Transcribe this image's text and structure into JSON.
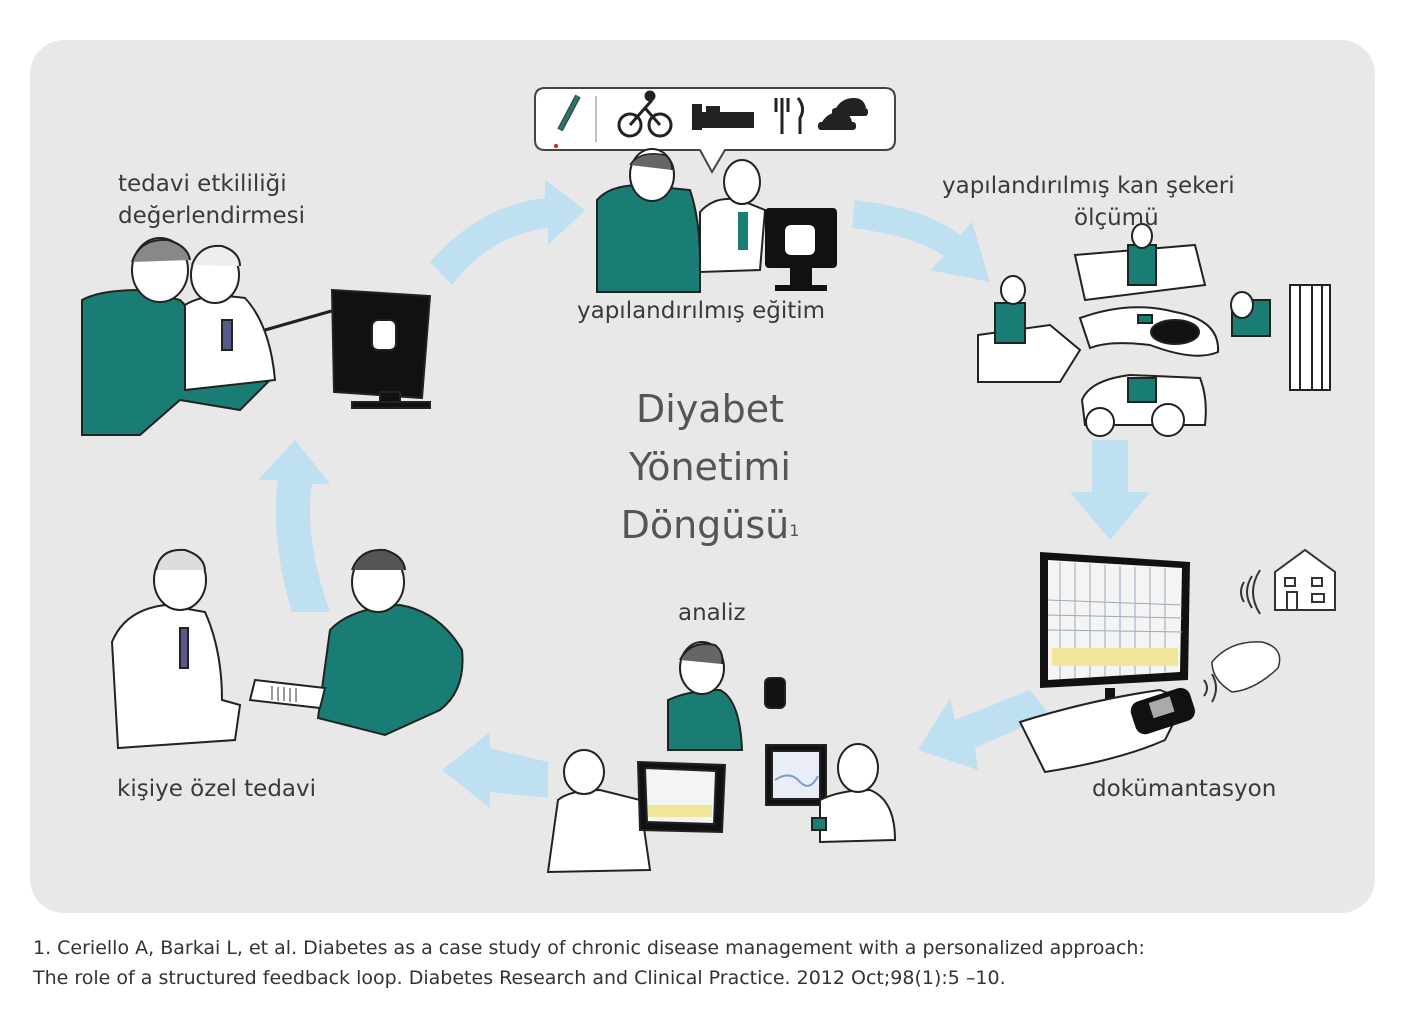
{
  "title": {
    "line1": "Diyabet",
    "line2": "Yönetimi",
    "line3": "Döngüsü",
    "superscript": "1"
  },
  "steps": {
    "education": "yapılandırılmış eğitim",
    "measurement_line1": "yapılandırılmış kan şekeri",
    "measurement_line2": "ölçümü",
    "documentation": "dokümantasyon",
    "analysis": "analiz",
    "treatment": "kişiye özel tedavi",
    "evaluation_line1": "tedavi etkililiği",
    "evaluation_line2": "değerlendirmesi"
  },
  "education_icons": [
    "pen-icon",
    "bicycle-icon",
    "bed-icon",
    "cutlery-icon",
    "cars-icon"
  ],
  "reference": {
    "line1": "1. Ceriello A, Barkai L, et al. Diabetes as a case study of chronic disease management with a personalized approach:",
    "line2": "The role of a structured feedback loop. Diabetes Research and Clinical Practice. 2012 Oct;98(1):5 –10."
  },
  "colors": {
    "panel": "#e8e8e8",
    "arrow": "#bfe0f1",
    "teal": "#1a7d74",
    "text": "#3a3a3a"
  }
}
